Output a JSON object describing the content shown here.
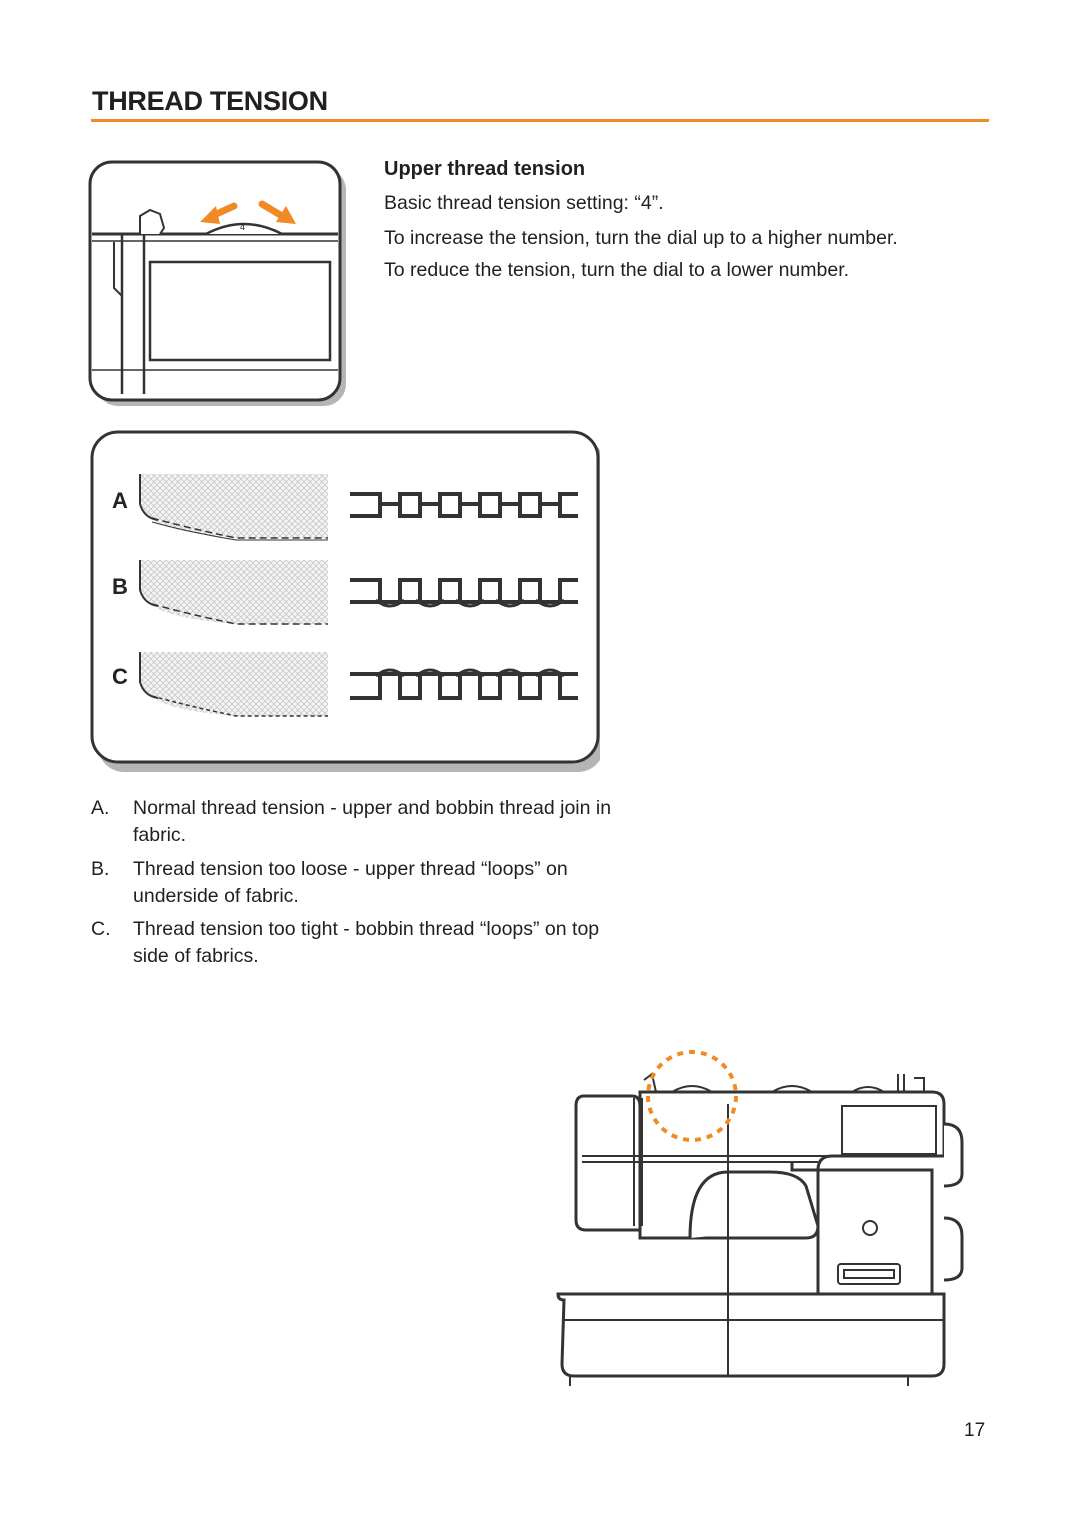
{
  "header": {
    "title": "THREAD TENSION"
  },
  "upper": {
    "heading": "Upper thread tension",
    "lines": [
      "Basic thread tension setting: “4”.",
      "To increase the tension, turn the dial up to a higher number.",
      "To reduce the tension, turn the dial to a lower number."
    ]
  },
  "dial_figure": {
    "dial_label": "4"
  },
  "stitch_figure": {
    "rows": [
      {
        "label": "A"
      },
      {
        "label": "B"
      },
      {
        "label": "C"
      }
    ]
  },
  "notes": [
    {
      "letter": "A.",
      "text": "Normal thread tension - upper and bobbin thread join in fabric."
    },
    {
      "letter": "B.",
      "text": "Thread tension too loose - upper thread “loops” on underside of fabric."
    },
    {
      "letter": "C.",
      "text": "Thread tension too tight - bobbin thread “loops” on top side of fabrics."
    }
  ],
  "footer": {
    "page_number": "17"
  },
  "colors": {
    "accent": "#f08a24",
    "ink": "#231f20",
    "fabric": "#d9d9d9"
  }
}
